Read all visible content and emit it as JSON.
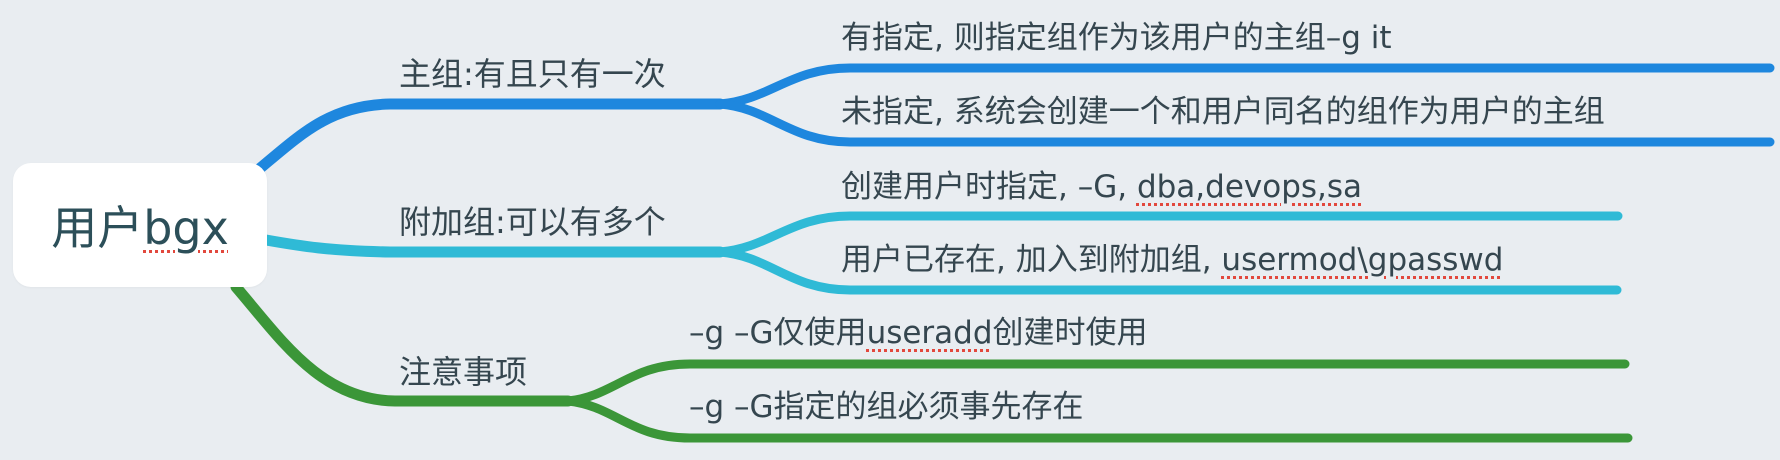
{
  "root": {
    "prefix": "用户",
    "name": "bgx"
  },
  "colors": {
    "background": "#e9edf1",
    "branch_main": "#1e87de",
    "branch_extra": "#2fbad6",
    "branch_note": "#3b9638",
    "text": "#35464f",
    "root_text": "#2c4f59",
    "spellcheck": "#e2483d"
  },
  "branches": [
    {
      "label": "主组:有且只有一次",
      "children": [
        {
          "text": "有指定, 则指定组作为该用户的主组–g it"
        },
        {
          "text": "未指定, 系统会创建一个和用户同名的组作为用户的主组"
        }
      ]
    },
    {
      "label": "附加组:可以有多个",
      "children": [
        {
          "text_a": "创建用户时指定, –G, ",
          "text_b": "dba,devops,sa"
        },
        {
          "text_a": "用户已存在, 加入到附加组, ",
          "text_b": "usermod\\gpasswd"
        }
      ]
    },
    {
      "label": "注意事项",
      "children": [
        {
          "text_a": "–g –G仅使用",
          "text_b": "useradd",
          "text_c": "创建时使用"
        },
        {
          "text": "–g –G指定的组必须事先存在"
        }
      ]
    }
  ]
}
